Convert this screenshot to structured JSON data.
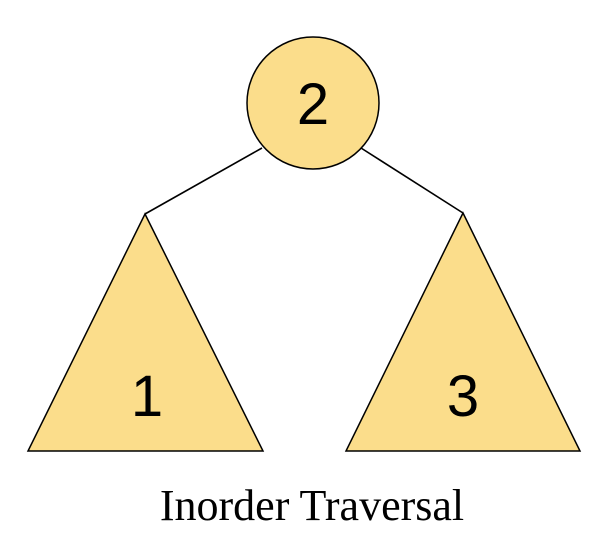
{
  "diagram": {
    "root_label": "2",
    "left_label": "1",
    "right_label": "3",
    "caption": "Inorder Traversal",
    "colors": {
      "node_fill": "#fbdd8b",
      "stroke": "#000000",
      "background": "#ffffff"
    }
  }
}
